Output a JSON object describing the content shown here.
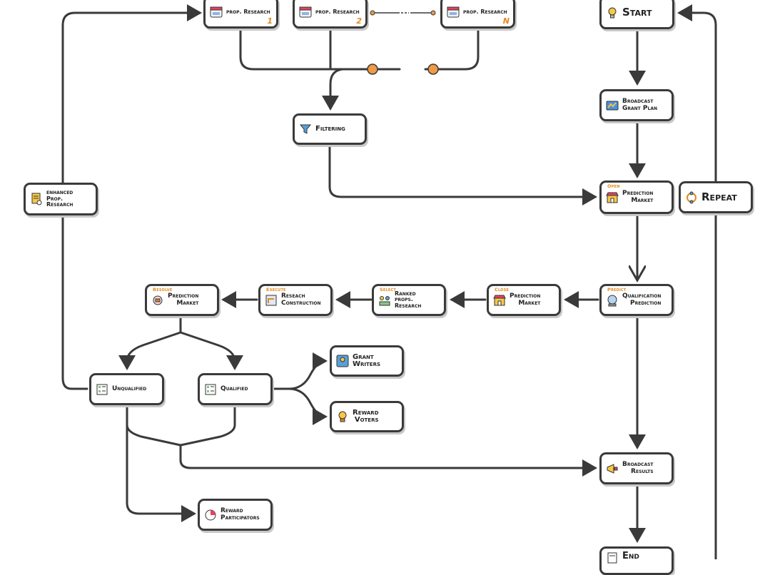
{
  "nodes": {
    "prop1": {
      "label": "prop. Research",
      "num": "1"
    },
    "prop2": {
      "label": "prop. Research",
      "num": "2"
    },
    "propN": {
      "label": "prop. Research",
      "num": "N"
    },
    "start": {
      "label": "Start"
    },
    "broadcast_grant": {
      "line1": "Broadcast",
      "line2": "Grant Plan"
    },
    "filtering": {
      "label": "Filtering"
    },
    "enhanced": {
      "line1": "enhanced",
      "line2": "Prop. Research"
    },
    "open_market": {
      "tag": "Open",
      "line1": "Prediction",
      "line2": "Market"
    },
    "repeat": {
      "label": "Repeat"
    },
    "qualification": {
      "tag": "Predict",
      "line1": "Qualification",
      "line2": "Prediction"
    },
    "close_market": {
      "tag": "Close",
      "line1": "Prediction",
      "line2": "Market"
    },
    "ranked": {
      "tag": "Select",
      "line1": "Ranked",
      "line2": "props. Research"
    },
    "research_construction": {
      "tag": "Execute",
      "line1": "Reseach",
      "line2": "Construction"
    },
    "resolve_market": {
      "tag": "Resolve",
      "line1": "Prediction",
      "line2": "Market"
    },
    "unqualified": {
      "label": "Unqualified"
    },
    "qualified": {
      "label": "Qualified"
    },
    "grant_writers": {
      "line1": "Grant",
      "line2": "Writers"
    },
    "reward_voters": {
      "line1": "Reward",
      "line2": "Voters"
    },
    "broadcast_results": {
      "line1": "Broadcast",
      "line2": "Results"
    },
    "reward_participators": {
      "line1": "Reward",
      "line2": "Participators"
    },
    "end": {
      "label": "End"
    }
  },
  "colors": {
    "line": "#3a3a3a",
    "accent": "#e08a1e",
    "dot": "#ef9a45"
  },
  "icons": {
    "prop": "browser-window-icon",
    "start": "lightbulb-icon",
    "broadcast": "map-icon",
    "filtering": "filter-icon",
    "enhanced": "document-stack-icon",
    "market": "storefront-icon",
    "repeat": "repeat-cycle-icon",
    "qualification": "crystal-ball-icon",
    "ranked": "people-ranking-icon",
    "construction": "blueprint-icon",
    "resolve": "gavel-icon",
    "list": "checklist-icon",
    "writers": "pen-icon",
    "voters": "trophy-icon",
    "results": "megaphone-icon",
    "participators": "chart-icon",
    "end": "flag-icon"
  }
}
